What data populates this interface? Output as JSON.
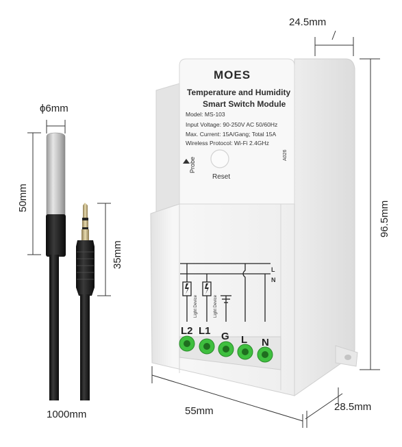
{
  "product": {
    "brand": "MOES",
    "title_line1": "Temperature and Humidity",
    "title_line2": "Smart Switch Module",
    "model": "Model: MS-103",
    "input_voltage": "Input Voltage: 90-250V AC 50/60Hz",
    "max_current": "Max. Current: 15A/Gang; Total 15A",
    "wireless": "Wireless Protocol: Wi-Fi 2.4GHz",
    "probe_label": "Probe",
    "reset_label": "Reset",
    "code": "A026",
    "device_label": "Light Device"
  },
  "terminals": [
    "L2",
    "L1",
    "G",
    "L",
    "N"
  ],
  "wiring_labels": [
    "L",
    "N"
  ],
  "dimensions": {
    "probe_diameter": "ϕ6mm",
    "probe_length": "50mm",
    "jack_length": "35mm",
    "cable_length": "1000mm",
    "width": "55mm",
    "depth_top": "24.5mm",
    "depth_bottom": "28.5mm",
    "height": "96.5mm"
  },
  "colors": {
    "terminal_green": "#3fbf3f",
    "cable": "#1a1a1a",
    "probe_metal": "#c8c8c8",
    "housing": "#f4f4f4"
  }
}
